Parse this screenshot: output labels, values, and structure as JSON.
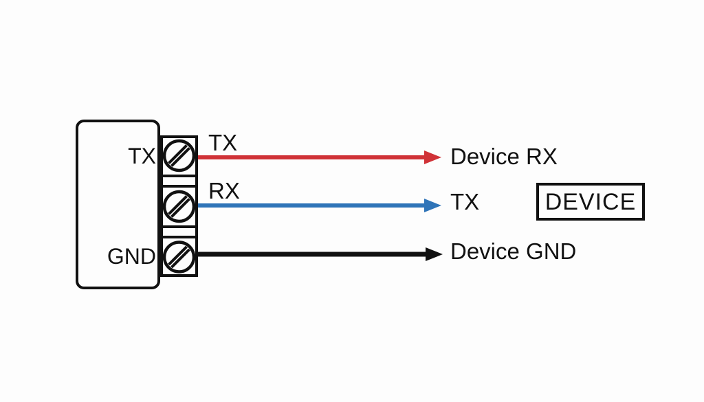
{
  "colors": {
    "background": "#fdfdfd",
    "line": "#111111",
    "tx_wire": "#d03237",
    "rx_wire": "#2f74b8",
    "gnd_wire": "#111111"
  },
  "controller": {
    "tx_pin_label": "TX",
    "gnd_pin_label": "GND"
  },
  "terminals": {
    "count": 3,
    "icon": "screw-terminal-icon"
  },
  "wires": [
    {
      "signal_label": "TX",
      "color": "#d03237",
      "destination_label": "Device RX"
    },
    {
      "signal_label": "RX",
      "color": "#2f74b8",
      "destination_label": "TX"
    },
    {
      "signal_label": "",
      "color": "#111111",
      "destination_label": "Device GND"
    }
  ],
  "device": {
    "label": "DEVICE"
  }
}
